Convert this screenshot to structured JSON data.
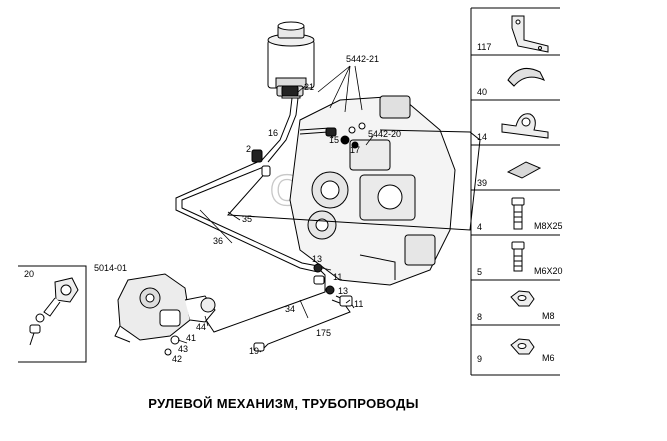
{
  "caption": "РУЛЕВОЙ МЕХАНИЗМ, ТРУБОПРОВОДЫ",
  "watermark": "Ok-Tk",
  "callouts": {
    "c5442_21": "5442-21",
    "c21": "21",
    "c16": "16",
    "c15": "15",
    "c17": "17",
    "c5442_20": "5442-20",
    "c2": "2",
    "c35": "35",
    "c36": "36",
    "c13a": "13",
    "c11a": "11",
    "c13b": "13",
    "c11b": "11",
    "c34": "34",
    "c175": "175",
    "c19": "19",
    "c5014_01": "5014-01",
    "c44": "44",
    "c41": "41",
    "c43": "43",
    "c42": "42",
    "c20": "20"
  },
  "parts_column": [
    {
      "number": "117",
      "size": ""
    },
    {
      "number": "40",
      "size": ""
    },
    {
      "number": "14",
      "size": ""
    },
    {
      "number": "39",
      "size": ""
    },
    {
      "number": "4",
      "size": "M8X25"
    },
    {
      "number": "5",
      "size": "M6X20"
    },
    {
      "number": "8",
      "size": "M8"
    },
    {
      "number": "9",
      "size": "M6"
    }
  ],
  "parts_icons": [
    "bracket-icon",
    "clamp-icon",
    "pipe-clip-icon",
    "rubber-pad-icon",
    "bolt-icon",
    "bolt-icon",
    "nut-icon",
    "nut-icon"
  ]
}
